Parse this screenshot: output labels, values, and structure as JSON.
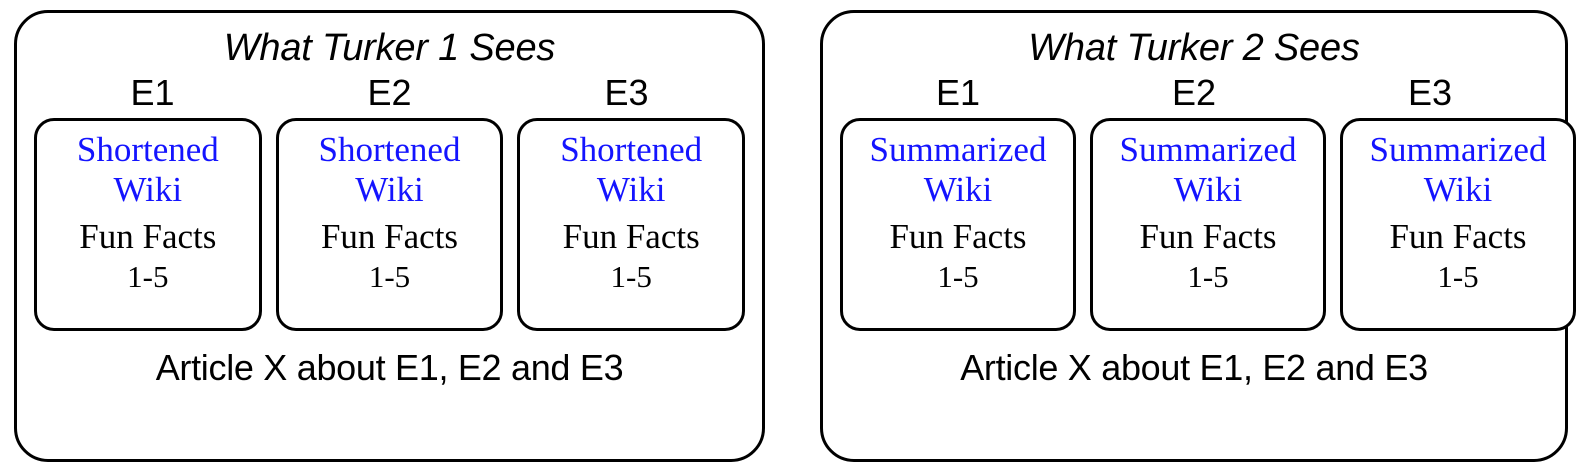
{
  "diagram": {
    "kind": "two-panel-comparison",
    "background_color": "#ffffff",
    "border_color": "#000000",
    "accent_color": "#1414ff",
    "panels": [
      {
        "title": "What Turker 1 Sees",
        "column_labels": [
          "E1",
          "E2",
          "E3"
        ],
        "caption": "Article X about E1, E2 and E3",
        "cards": [
          {
            "wiki_line1": "Shortened",
            "wiki_line2": "Wiki",
            "facts_label": "Fun Facts",
            "facts_range": "1-5"
          },
          {
            "wiki_line1": "Shortened",
            "wiki_line2": "Wiki",
            "facts_label": "Fun Facts",
            "facts_range": "1-5"
          },
          {
            "wiki_line1": "Shortened",
            "wiki_line2": "Wiki",
            "facts_label": "Fun Facts",
            "facts_range": "1-5"
          }
        ]
      },
      {
        "title": "What Turker 2 Sees",
        "column_labels": [
          "E1",
          "E2",
          "E3"
        ],
        "caption": "Article X about E1, E2 and E3",
        "cards": [
          {
            "wiki_line1": "Summarized",
            "wiki_line2": "Wiki",
            "facts_label": "Fun Facts",
            "facts_range": "1-5"
          },
          {
            "wiki_line1": "Summarized",
            "wiki_line2": "Wiki",
            "facts_label": "Fun Facts",
            "facts_range": "1-5"
          },
          {
            "wiki_line1": "Summarized",
            "wiki_line2": "Wiki",
            "facts_label": "Fun Facts",
            "facts_range": "1-5"
          }
        ]
      }
    ]
  }
}
